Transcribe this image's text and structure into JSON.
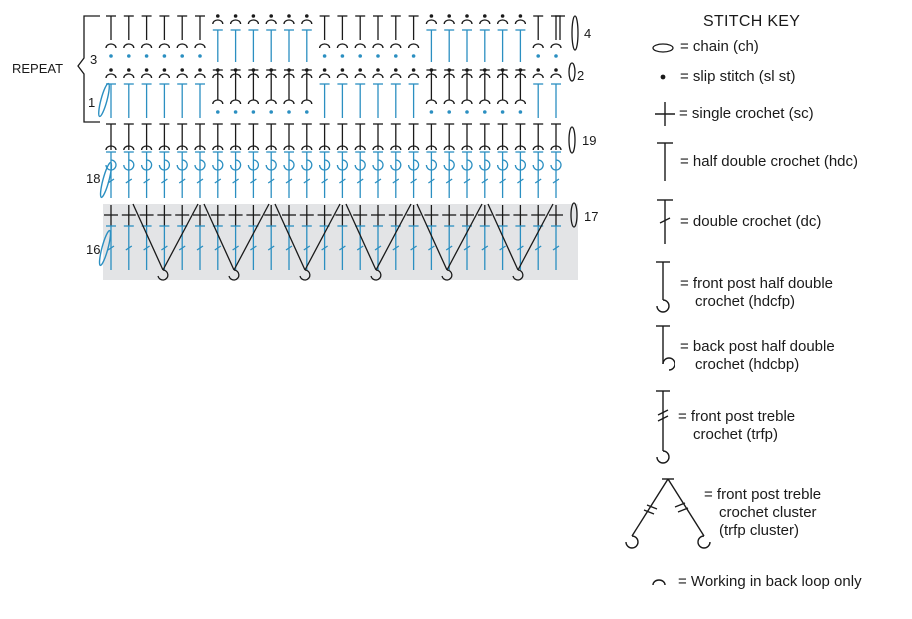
{
  "chart": {
    "repeat_label": "REPEAT",
    "row_labels": {
      "r1": "1",
      "r2": "2",
      "r3": "3",
      "r4": "4",
      "r16": "16",
      "r17": "17",
      "r18": "18",
      "r19": "19"
    }
  },
  "key": {
    "title": "STITCH KEY",
    "items": [
      {
        "icon": "chain-oval-icon",
        "line1": "= chain (ch)"
      },
      {
        "icon": "slip-stitch-dot-icon",
        "line1": "= slip stitch (sl st)"
      },
      {
        "icon": "single-crochet-cross-icon",
        "line1": "= single crochet (sc)"
      },
      {
        "icon": "half-double-crochet-icon",
        "line1": "= half double crochet (hdc)"
      },
      {
        "icon": "double-crochet-icon",
        "line1": "= double crochet (dc)"
      },
      {
        "icon": "front-post-hdc-icon",
        "line1": "= front post half double",
        "line2": "crochet (hdcfp)"
      },
      {
        "icon": "back-post-hdc-icon",
        "line1": "= back post half double",
        "line2": "crochet (hdcbp)"
      },
      {
        "icon": "front-post-treble-icon",
        "line1": "= front post treble",
        "line2": "crochet (trfp)"
      },
      {
        "icon": "front-post-treble-cluster-icon",
        "line1": "= front post treble",
        "line2": "crochet cluster",
        "line3": "(trfp cluster)"
      },
      {
        "icon": "back-loop-arc-icon",
        "line1": "= Working in back loop only"
      }
    ]
  },
  "colors": {
    "ink": "#1a1a1a",
    "blue": "#2b8fc1",
    "shade": "#e3e4e6"
  }
}
